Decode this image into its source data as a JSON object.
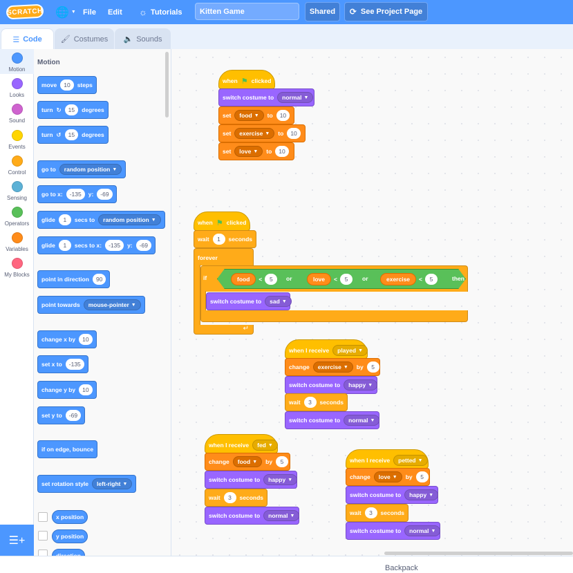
{
  "menubar": {
    "logo_text": "SCRATCH",
    "globe_icon": "globe-icon",
    "file_label": "File",
    "edit_label": "Edit",
    "tutorials_label": "Tutorials",
    "project_title": "Kitten Game",
    "shared_label": "Shared",
    "see_project_label": "See Project Page"
  },
  "tabs": {
    "code": "Code",
    "costumes": "Costumes",
    "sounds": "Sounds"
  },
  "categories": [
    {
      "label": "Motion",
      "color": "#4c97ff"
    },
    {
      "label": "Looks",
      "color": "#9966ff"
    },
    {
      "label": "Sound",
      "color": "#cf63cf"
    },
    {
      "label": "Events",
      "color": "#ffd500"
    },
    {
      "label": "Control",
      "color": "#ffab19"
    },
    {
      "label": "Sensing",
      "color": "#5cb1d6"
    },
    {
      "label": "Operators",
      "color": "#59c059"
    },
    {
      "label": "Variables",
      "color": "#ff8c1a"
    },
    {
      "label": "My Blocks",
      "color": "#ff6680"
    }
  ],
  "palette": {
    "heading": "Motion",
    "move": {
      "a": "move",
      "n": "10",
      "b": "steps"
    },
    "turn_cw": {
      "a": "turn",
      "n": "15",
      "b": "degrees"
    },
    "turn_ccw": {
      "a": "turn",
      "n": "15",
      "b": "degrees"
    },
    "goto": {
      "a": "go to",
      "dd": "random position"
    },
    "gotoxy": {
      "a": "go to x:",
      "x": "-135",
      "b": "y:",
      "y": "-69"
    },
    "glide1": {
      "a": "glide",
      "n": "1",
      "b": "secs to",
      "dd": "random position"
    },
    "glide2": {
      "a": "glide",
      "n": "1",
      "b": "secs to x:",
      "x": "-135",
      "c": "y:",
      "y": "-69"
    },
    "point_dir": {
      "a": "point in direction",
      "n": "90"
    },
    "point_towards": {
      "a": "point towards",
      "dd": "mouse-pointer"
    },
    "change_x": {
      "a": "change x by",
      "n": "10"
    },
    "set_x": {
      "a": "set x to",
      "n": "-135"
    },
    "change_y": {
      "a": "change y by",
      "n": "10"
    },
    "set_y": {
      "a": "set y to",
      "n": "-69"
    },
    "bounce": "if on edge, bounce",
    "rot_style": {
      "a": "set rotation style",
      "dd": "left-right"
    },
    "rep_xpos": "x position",
    "rep_ypos": "y position",
    "rep_dir": "direction"
  },
  "scripts": {
    "s1": {
      "hat_a": "when",
      "hat_b": "clicked",
      "switch": {
        "a": "switch costume to",
        "dd": "normal"
      },
      "set1": {
        "a": "set",
        "var": "food",
        "b": "to",
        "n": "10"
      },
      "set2": {
        "a": "set",
        "var": "exercise",
        "b": "to",
        "n": "10"
      },
      "set3": {
        "a": "set",
        "var": "love",
        "b": "to",
        "n": "10"
      }
    },
    "s2": {
      "hat_a": "when",
      "hat_b": "clicked",
      "wait": {
        "a": "wait",
        "n": "1",
        "b": "seconds"
      },
      "forever": "forever",
      "if_a": "if",
      "cond": [
        {
          "var": "food",
          "op": "<",
          "n": "5"
        },
        {
          "var": "love",
          "op": "<",
          "n": "5"
        },
        {
          "var": "exercise",
          "op": "<",
          "n": "5"
        }
      ],
      "or": "or",
      "then": "then",
      "switch": {
        "a": "switch costume to",
        "dd": "sad"
      }
    },
    "s3": {
      "hat": {
        "a": "when I receive",
        "dd": "played"
      },
      "change": {
        "a": "change",
        "var": "exercise",
        "b": "by",
        "n": "5"
      },
      "switch1": {
        "a": "switch costume to",
        "dd": "happy"
      },
      "wait": {
        "a": "wait",
        "n": "3",
        "b": "seconds"
      },
      "switch2": {
        "a": "switch costume to",
        "dd": "normal"
      }
    },
    "s4": {
      "hat": {
        "a": "when I receive",
        "dd": "fed"
      },
      "change": {
        "a": "change",
        "var": "food",
        "b": "by",
        "n": "5"
      },
      "switch1": {
        "a": "switch costume to",
        "dd": "happy"
      },
      "wait": {
        "a": "wait",
        "n": "3",
        "b": "seconds"
      },
      "switch2": {
        "a": "switch costume to",
        "dd": "normal"
      }
    },
    "s5": {
      "hat": {
        "a": "when I receive",
        "dd": "petted"
      },
      "change": {
        "a": "change",
        "var": "love",
        "b": "by",
        "n": "5"
      },
      "switch1": {
        "a": "switch costume to",
        "dd": "happy"
      },
      "wait": {
        "a": "wait",
        "n": "3",
        "b": "seconds"
      },
      "switch2": {
        "a": "switch costume to",
        "dd": "normal"
      }
    }
  },
  "backpack_label": "Backpack"
}
